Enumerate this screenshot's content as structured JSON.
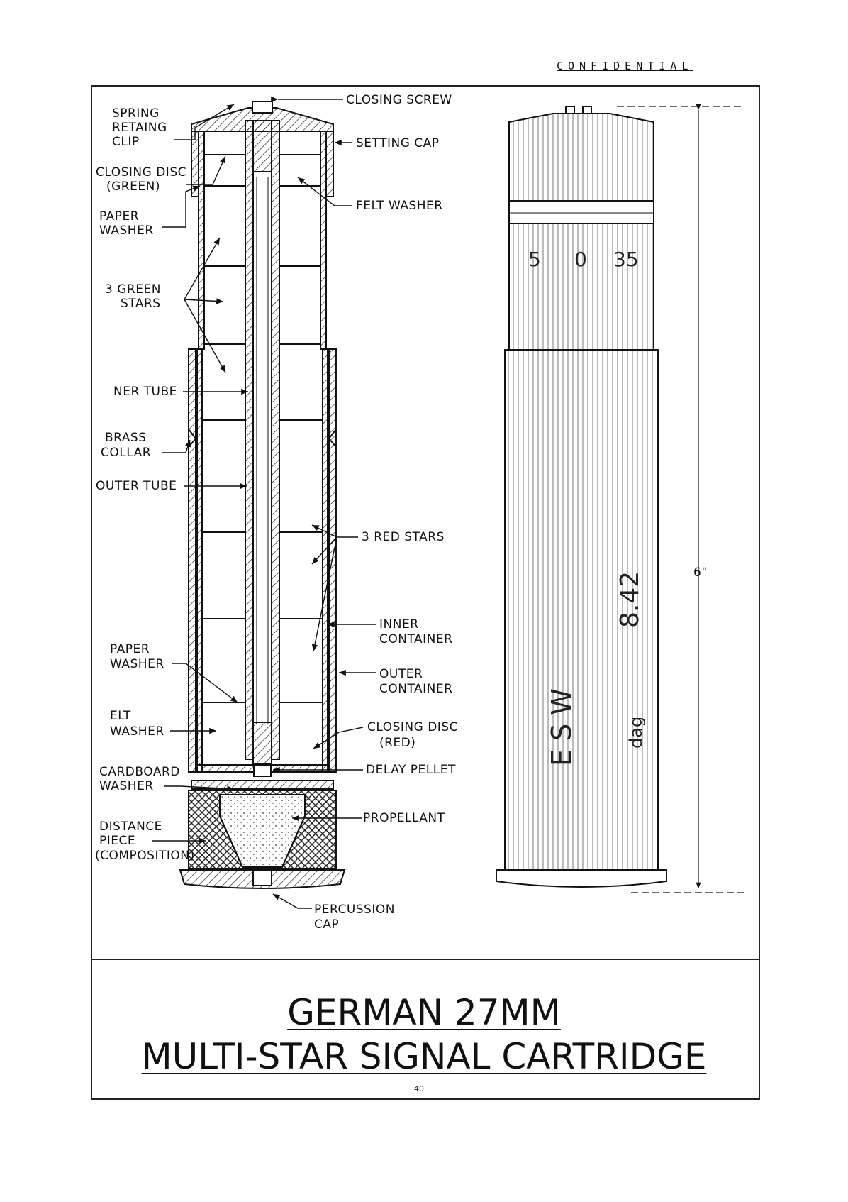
{
  "header": {
    "classification": "CONFIDENTIAL"
  },
  "labels": {
    "closing_screw": "CLOSING SCREW",
    "spring_clip_1": "SPRING",
    "spring_clip_2": "RETAING",
    "spring_clip_3": "CLIP",
    "setting_cap": "SETTING CAP",
    "closing_disc_green_1": "CLOSING DISC",
    "closing_disc_green_2": "(GREEN)",
    "felt_washer_top": "FELT WASHER",
    "paper_washer_top_1": "PAPER",
    "paper_washer_top_2": "WASHER",
    "green_stars_1": "3 GREEN",
    "green_stars_2": "STARS",
    "inner_tube": "NER TUBE",
    "brass_collar_1": "BRASS",
    "brass_collar_2": "COLLAR",
    "outer_tube": "OUTER TUBE",
    "red_stars": "3 RED STARS",
    "inner_container_1": "INNER",
    "inner_container_2": "CONTAINER",
    "paper_washer_bot_1": "PAPER",
    "paper_washer_bot_2": "WASHER",
    "outer_container_1": "OUTER",
    "outer_container_2": "CONTAINER",
    "felt_washer_bot_1": "ELT",
    "felt_washer_bot_2": "WASHER",
    "closing_disc_red_1": "CLOSING DISC",
    "closing_disc_red_2": "(RED)",
    "cardboard_washer_1": "CARDBOARD",
    "cardboard_washer_2": "WASHER",
    "delay_pellet": "DELAY PELLET",
    "propellant": "PROPELLANT",
    "distance_piece_1": "DISTANCE",
    "distance_piece_2": "PIECE",
    "distance_piece_3": "(COMPOSITION)",
    "percussion_cap_1": "PERCUSSION",
    "percussion_cap_2": "CAP"
  },
  "exterior_markings": {
    "scale_5": "5",
    "scale_0": "0",
    "scale_35": "35",
    "letters": "E  S  W",
    "number": "8.42",
    "dag": "dag",
    "dimension": "6\""
  },
  "title": {
    "line1": "GERMAN 27MM",
    "line2": "MULTI-STAR SIGNAL CARTRIDGE"
  },
  "page_number": "40"
}
